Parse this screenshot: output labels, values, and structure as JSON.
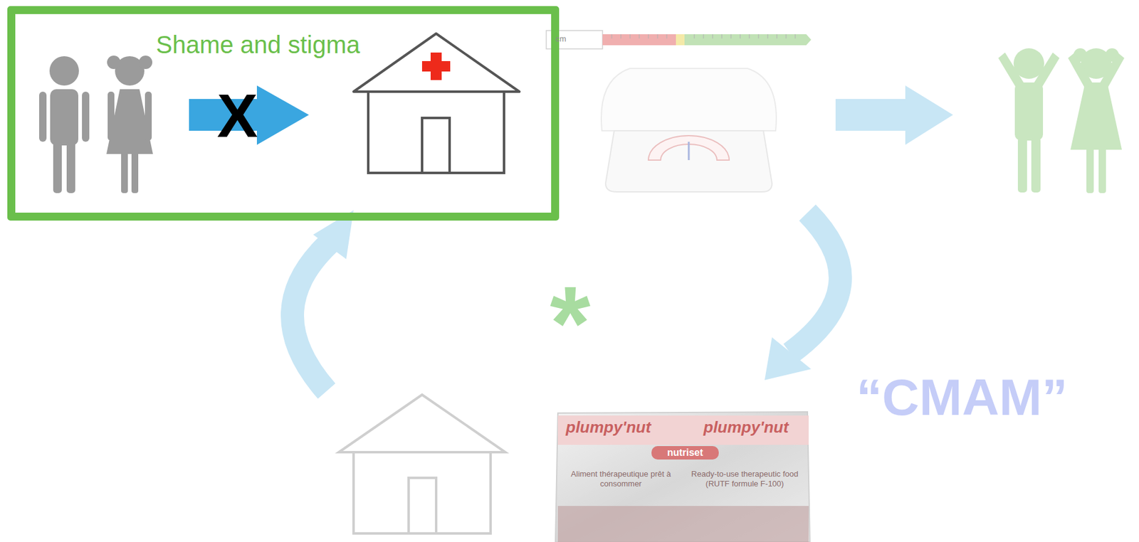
{
  "diagram": {
    "nodes": [
      {
        "text": [
          "Shame and stigma"
        ]
      }
    ],
    "labels": [
      "X",
      "cm",
      "*",
      "plumpy'nut",
      "plumpy'nut",
      "nutriset",
      "Aliment thérapeutique prêt à consommer",
      "Ready-to-use therapeutic food (RUTF formule F-100)",
      "“CMAM”"
    ]
  }
}
